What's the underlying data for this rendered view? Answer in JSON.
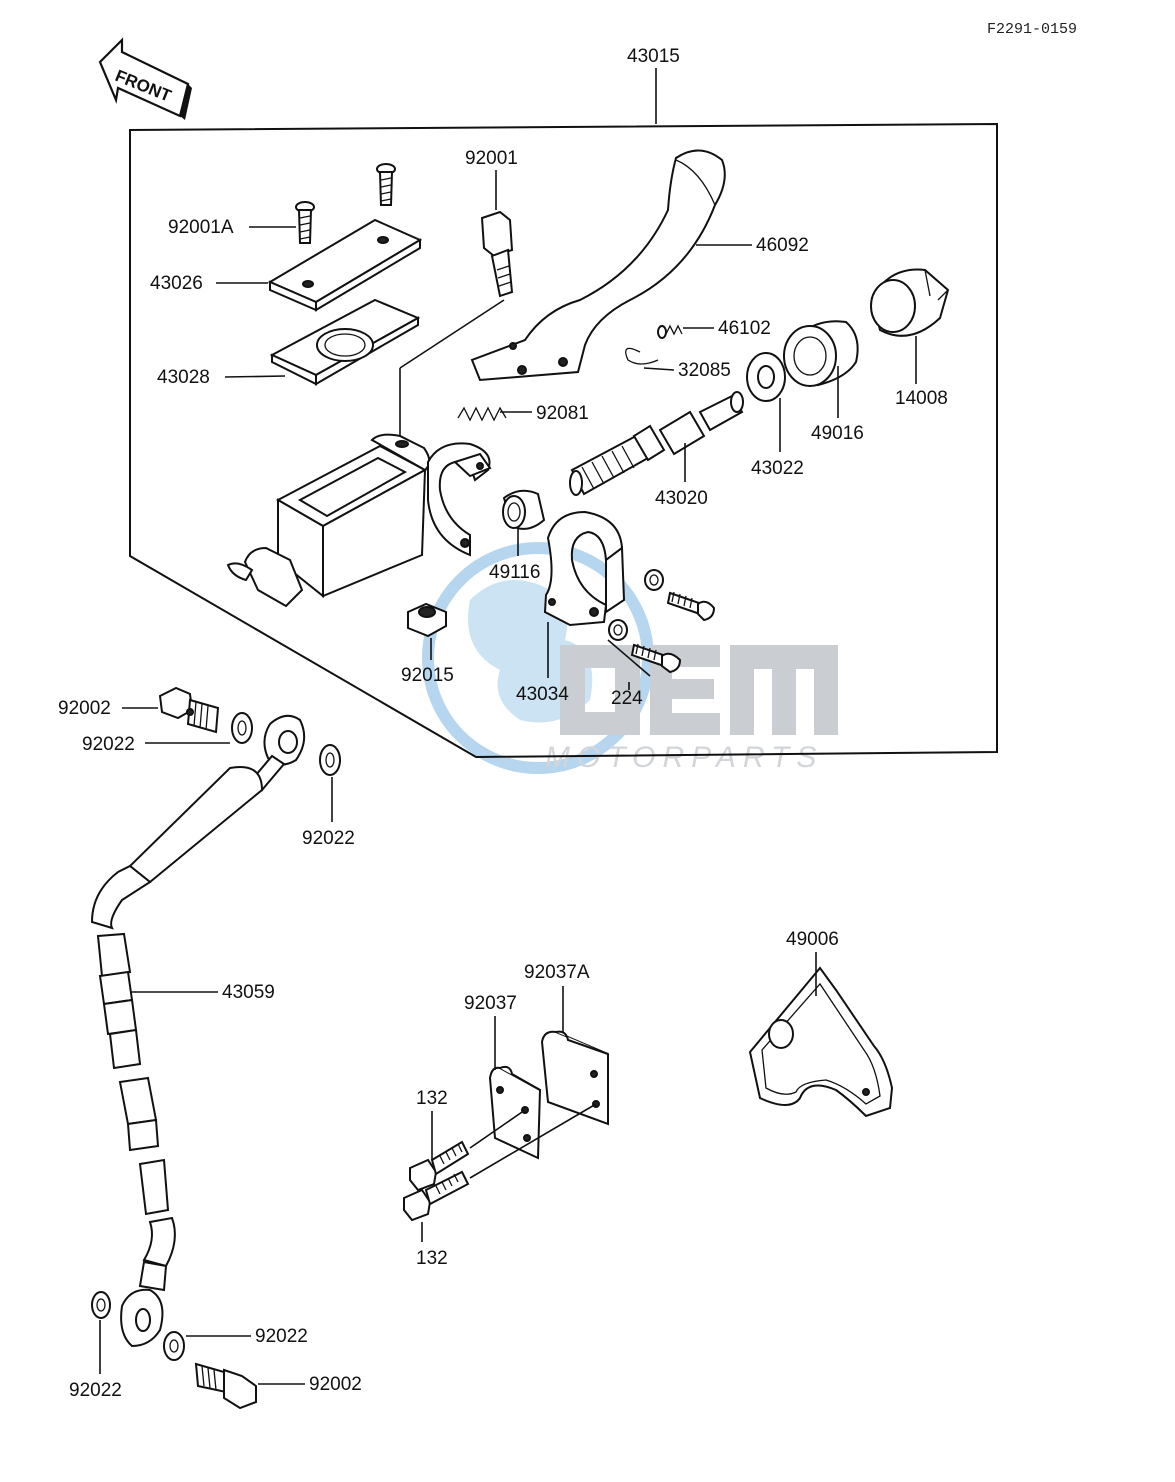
{
  "header": {
    "diagram_code": "F2291-0159",
    "front_label": "FRONT"
  },
  "assembly": {
    "label": "43015"
  },
  "parts": {
    "p92001": "92001",
    "p92001A": "92001A",
    "p43026": "43026",
    "p43028": "43028",
    "p46092": "46092",
    "p46102": "46102",
    "p32085": "32085",
    "p14008": "14008",
    "p49016": "49016",
    "p43022": "43022",
    "p92081": "92081",
    "p43020": "43020",
    "p49116": "49116",
    "p92015": "92015",
    "p43034": "43034",
    "p224": "224",
    "p92002_top": "92002",
    "p92022_left": "92022",
    "p92022_right": "92022",
    "p43059": "43059",
    "p92022_bottom_left": "92022",
    "p92022_bottom_right": "92022",
    "p92002_bottom": "92002",
    "p92037": "92037",
    "p92037A": "92037A",
    "p132_top": "132",
    "p132_bottom": "132",
    "p49006": "49006"
  },
  "watermark": {
    "text": "MOTORPARTS",
    "colors": {
      "globe": "#9ec9ea",
      "letters": "#b9bec4"
    }
  }
}
